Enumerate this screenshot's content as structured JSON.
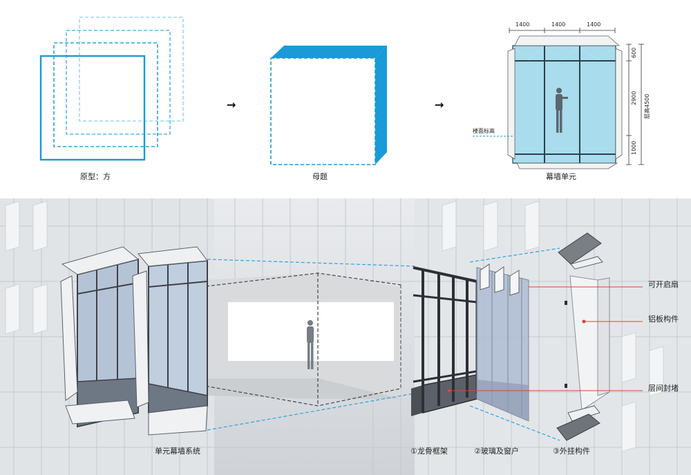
{
  "top_row": {
    "prototype_label": "原型：方",
    "motif_label": "母题",
    "unit_label": "幕墙单元",
    "arrow_glyph": "→"
  },
  "unit_diagram": {
    "top_dims": [
      "1400",
      "1400",
      "1400"
    ],
    "right_dims": [
      "600",
      "2900",
      "1000"
    ],
    "floor_height_label": "层高4500",
    "floor_level_label": "楼面标高"
  },
  "bottom": {
    "system_label": "单元幕墙系统",
    "frame_label": "①龙骨框架",
    "glass_label": "②玻璃及窗户",
    "hanging_label": "③外挂构件",
    "callouts": [
      "可开启扇",
      "铝板构件",
      "层间封堵"
    ]
  },
  "colors": {
    "accent_blue": "#1a9ad6",
    "light_blue": "#8fd0ea",
    "glass": "#a9dcec",
    "callout_red": "#d9452e",
    "frame_dark": "#3d4046"
  }
}
